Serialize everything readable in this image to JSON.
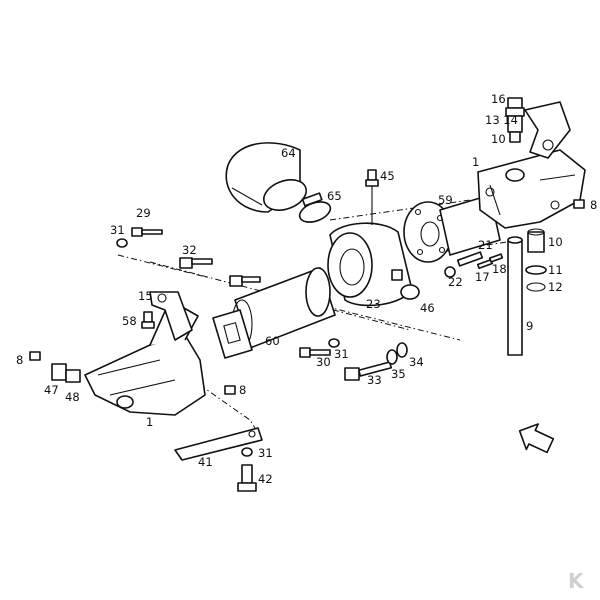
{
  "labels": {
    "p16": "16",
    "p13_14": "13 14",
    "p10a": "10",
    "p1a": "1",
    "p8a": "8",
    "p64": "64",
    "p45": "45",
    "p65": "65",
    "p59": "59",
    "p29": "29",
    "p31a": "31",
    "p32": "32",
    "p15": "15",
    "p58": "58",
    "p21": "21",
    "p22": "22",
    "p17": "17",
    "p18": "18",
    "p10b": "10",
    "p11": "11",
    "p12": "12",
    "p9": "9",
    "p23": "23",
    "p46": "46",
    "p60": "60",
    "p31b": "31",
    "p30": "30",
    "p34": "34",
    "p35": "35",
    "p33": "33",
    "p8b": "8",
    "p47": "47",
    "p48": "48",
    "p8c": "8",
    "p1b": "1",
    "p31c": "31",
    "p41": "41",
    "p42": "42"
  },
  "watermark": "K"
}
